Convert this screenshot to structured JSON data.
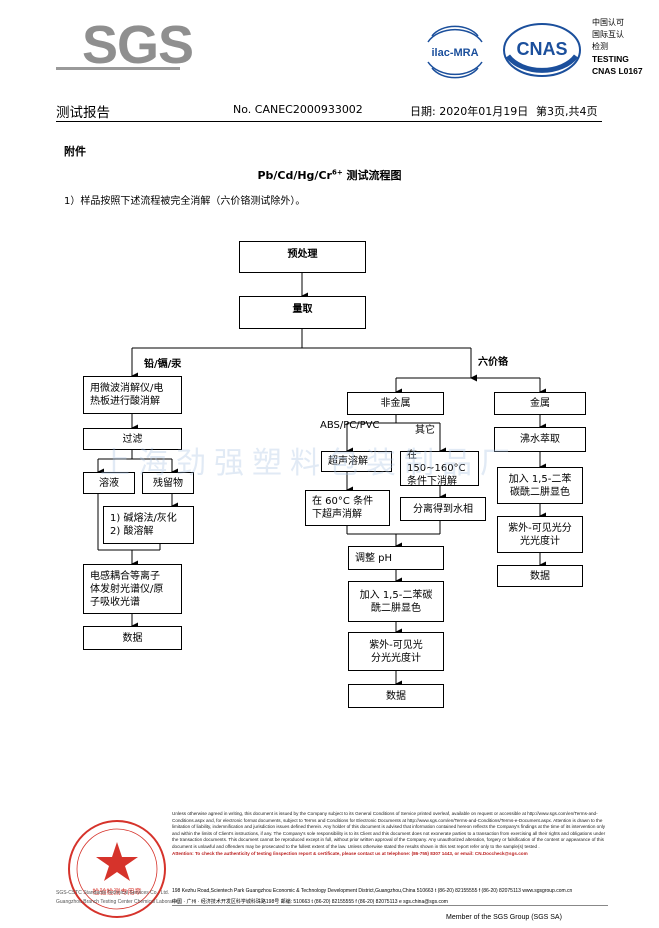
{
  "header": {
    "logo": "SGS",
    "cert_lines": [
      "中国认可",
      "国际互认",
      "检测",
      "TESTING",
      "CNAS L0167"
    ],
    "ilac_label": "ilac-MRA",
    "cnas_label": "CNAS",
    "title": "测试报告",
    "report_no": "No. CANEC2000933002",
    "date": "日期: 2020年01月19日",
    "page": "第3页,共4页"
  },
  "annex": "附件",
  "flow_title": {
    "main": "Pb/Cd/Hg/Cr",
    "sup": "6+",
    "suffix": " 测试流程图"
  },
  "intro": "1）样品按照下述流程被完全消解（六价铬测试除外）。",
  "flow": {
    "pretreat": "预处理",
    "measure": "量取",
    "branch_pb": "铅/镉/汞",
    "branch_cr": "六价铬",
    "pb": {
      "digest": [
        "用微波消解仪/电",
        "热板进行酸消解"
      ],
      "filter": "过滤",
      "solution": "溶液",
      "residue": "残留物",
      "residue_proc": [
        "1) 碱熔法/灰化",
        "2) 酸溶解"
      ],
      "icp": [
        "电感耦合等离子",
        "体发射光谱仪/原",
        "子吸收光谱"
      ],
      "data": "数据"
    },
    "cr": {
      "nonmetal": "非金属",
      "metal": "金属",
      "abs": "ABS/PC/PVC",
      "other": "其它",
      "ultra": "超声溶解",
      "heat": [
        "在 150~160°C",
        "条件下消解"
      ],
      "ultra60": [
        "在 60°C 条件",
        "下超声消解"
      ],
      "separate": "分离得到水相",
      "ph": "调整 pH",
      "reagent": [
        "加入 1,5-二苯碳",
        "酰二肼显色"
      ],
      "uv": [
        "紫外-可见光",
        "分光光度计"
      ],
      "data": "数据",
      "boil": "沸水萃取",
      "m_reagent": [
        "加入 1,5-二苯",
        "碳酰二肼显色"
      ],
      "m_uv": [
        "紫外-可见光分",
        "光光度计"
      ],
      "m_data": "数据"
    }
  },
  "watermark": "上海劲强塑料包装制品厂",
  "footer": {
    "paragraph": "Unless otherwise agreed in writing, this document is issued by the Company subject to its General Conditions of Service printed overleaf, available on request or accessible at http://www.sgs.com/en/Terms-and-Conditions.aspx and, for electronic format documents, subject to Terms and Conditions for Electronic Documents at http://www.sgs.com/en/Terms-and-Conditions/Terms-e-Document.aspx. Attention is drawn to the limitation of liability, indemnification and jurisdiction issues defined therein. Any holder of this document is advised that information contained hereon reflects the Company's findings at the time of its intervention only and within the limits of Client's instructions, if any. The Company's sole responsibility is to its Client and this document does not exonerate parties to a transaction from exercising all their rights and obligations under the transaction documents. This document cannot be reproduced except in full, without prior written approval of the Company. Any unauthorized alteration, forgery or falsification of the content or appearance of this document is unlawful and offenders may be prosecuted to the fullest extent of the law. Unless otherwise stated the results shown in this test report refer only to the sample(s) tested .",
    "attention": "Attention: To check the authenticity of testing /inspection report & certificate, please contact us at telephone: (86-755) 8307 1443, or email: CN.Doccheck@sgs.com",
    "addr_en": "198 Kezhu Road,Scientech Park Guangzhou Economic & Technology Development District,Guangzhou,China   510663   t (86-20) 82155555   f (86-20) 82075113   www.sgsgroup.com.cn",
    "addr_cn": "中国 · 广州 · 经济技术开发区科学城科珠路198号                              邮编: 510663   t (86-20) 82155555   f (86-20) 82075113   e sgs.china@sgs.com",
    "lab_1": "SGS-CSTC Standards Technical Services Co., Ltd.",
    "lab_2": "Guangzhou Branch Testing Center Chemical Laboratory",
    "member": "Member of the SGS Group (SGS SA)",
    "seal_text": "检验检测专用章"
  },
  "colors": {
    "logo_grey": "#8f8f8f",
    "cnas_blue": "#1b4f9c",
    "seal_red": "#d6332b"
  }
}
